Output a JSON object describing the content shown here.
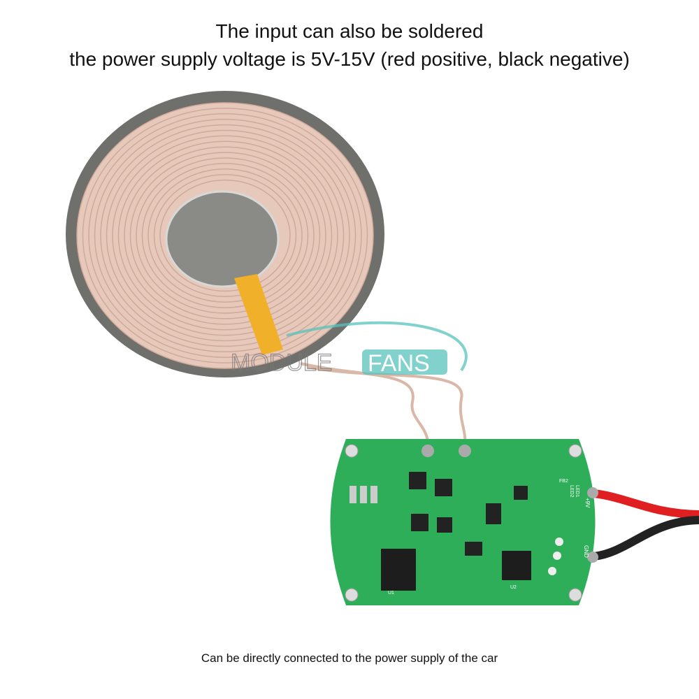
{
  "heading": {
    "line1": "The input can also be soldered",
    "line2": "the power supply voltage is 5V-15V (red positive, black negative)"
  },
  "caption": "Can be directly connected to the power supply of the car",
  "watermark": {
    "part1": "MODULE",
    "part2": "FANS"
  },
  "pcb_labels": {
    "plus": "+9V",
    "gnd": "GND",
    "fb": "FB2",
    "led1": "LED1",
    "led2": "LED2",
    "u1": "U1",
    "u2": "U2"
  },
  "colors": {
    "pcb": "#2fae5a",
    "copper": "#e7c9bc",
    "coil_rim": "#6f706c",
    "tape": "#f1b02a",
    "red_wire": "#e02020",
    "black_wire": "#222222",
    "watermark": "#58c3bd"
  }
}
